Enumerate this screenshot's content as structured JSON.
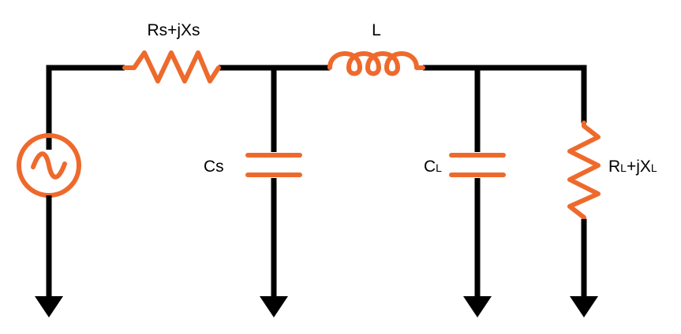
{
  "colors": {
    "wire": "#000000",
    "component": "#ee6a2c",
    "background": "#ffffff"
  },
  "components": {
    "source_resistor": {
      "main": "Rs+jXs"
    },
    "inductor": {
      "main": "L"
    },
    "source_capacitor": {
      "main": "Cs"
    },
    "load_capacitor": {
      "main": "C",
      "sub": "L"
    },
    "load_resistor": {
      "main": "R",
      "sub1": "L",
      "mid": "+jX",
      "sub2": "L"
    }
  },
  "icons": {
    "source": "ac-voltage-source-icon",
    "ground": "ground-arrow-icon"
  }
}
